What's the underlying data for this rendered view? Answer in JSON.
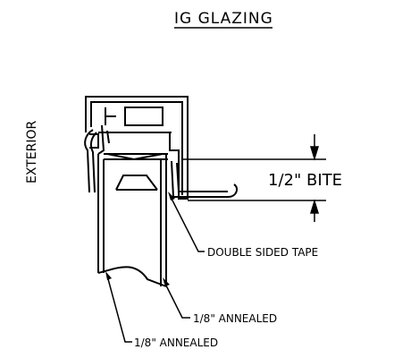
{
  "title": "IG GLAZING",
  "side_label": "EXTERIOR",
  "dimension": {
    "text": "1/2\"  BITE"
  },
  "callouts": {
    "tape": "DOUBLE SIDED TAPE",
    "glass_inner": "1/8\"  ANNEALED",
    "glass_outer": "1/8\"  ANNEALED"
  }
}
